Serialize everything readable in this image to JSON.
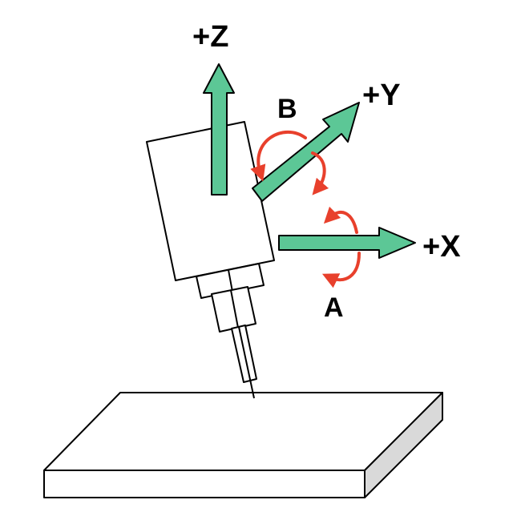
{
  "labels": {
    "z_axis": "+Z",
    "y_axis": "+Y",
    "x_axis": "+X",
    "rot_b": "B",
    "rot_a": "A"
  },
  "colors": {
    "axis_arrow_fill": "#5cc796",
    "rotation_arrow": "#e8402c",
    "outline": "#000000",
    "workpiece_side": "#d9d9d9",
    "background": "#ffffff"
  }
}
